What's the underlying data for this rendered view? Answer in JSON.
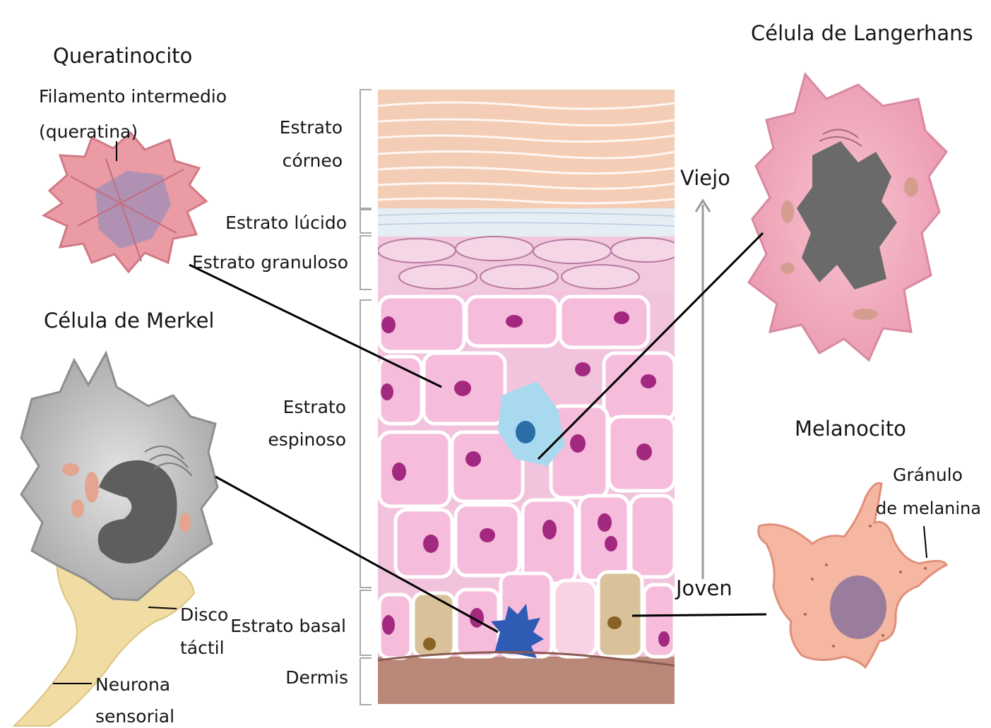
{
  "cells": {
    "queratinocito": {
      "title": "Queratinocito",
      "filamento_line1": "Filamento intermedio",
      "filamento_line2": "(queratina)"
    },
    "merkel": {
      "title": "Célula de Merkel",
      "disco_line1": "Disco",
      "disco_line2": "táctil",
      "neurona_line1": "Neurona",
      "neurona_line2": "sensorial"
    },
    "langerhans": {
      "title": "Célula de Langerhans"
    },
    "melanocito": {
      "title": "Melanocito",
      "granulo_line1": "Gránulo",
      "granulo_line2": "de melanina"
    }
  },
  "strata": {
    "corneo_line1": "Estrato",
    "corneo_line2": "córneo",
    "lucido": "Estrato lúcido",
    "granuloso": "Estrato granuloso",
    "espinoso_line1": "Estrato",
    "espinoso_line2": "espinoso",
    "basal": "Estrato basal",
    "dermis": "Dermis"
  },
  "arrow": {
    "top": "Viejo",
    "bottom": "Joven"
  },
  "colors": {
    "corneo": "#f3cdb6",
    "lucido": "#e6eef5",
    "granuloso": "#f2c8de",
    "espinoso_cell": "#f6bcdc",
    "nucleus": "#a3287f",
    "langerhans_blue": "#a9d9ef",
    "melanocyte_tan": "#d9c29a",
    "merkel_blue": "#2f5bb5",
    "dermis": "#b98878",
    "langerhans_cell": "#f2aebf",
    "melanocito_cell": "#f6b7a2",
    "merkel_cell": "#cfcfcf",
    "neuron": "#f1dda4"
  }
}
